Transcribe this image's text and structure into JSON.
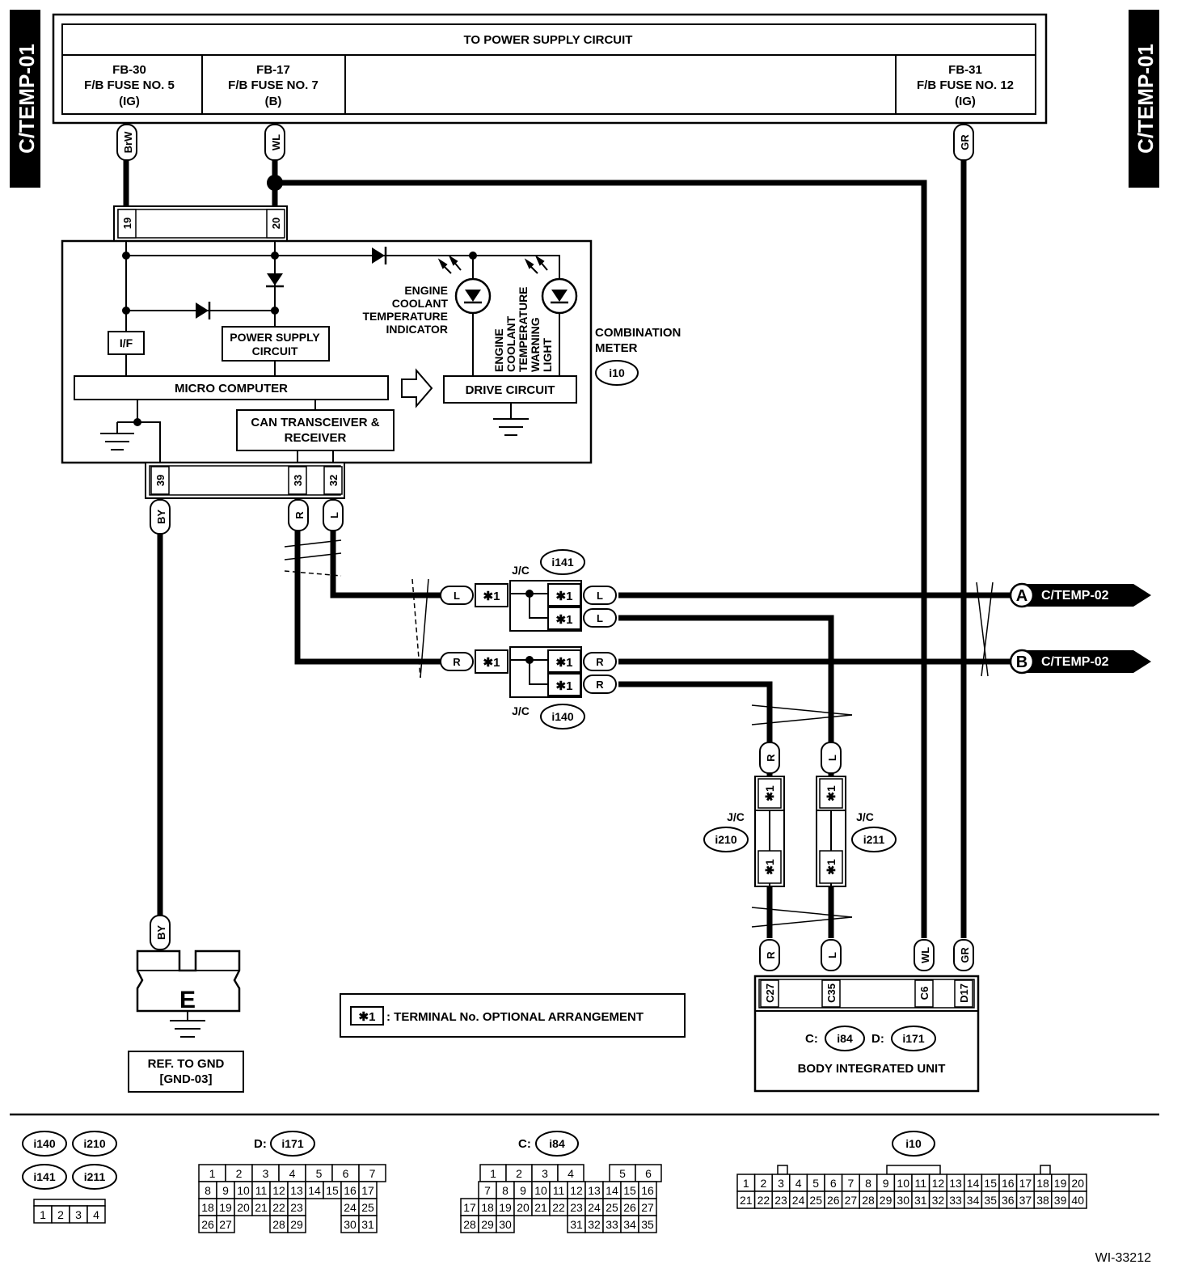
{
  "page_tag": "C/TEMP-01",
  "power_supply": {
    "title": "TO POWER SUPPLY CIRCUIT",
    "fuses": [
      {
        "line1": "FB-30",
        "line2": "F/B FUSE NO. 5",
        "line3": "(IG)"
      },
      {
        "line1": "FB-17",
        "line2": "F/B FUSE NO. 7",
        "line3": "(B)"
      },
      {
        "line1": "FB-31",
        "line2": "F/B FUSE NO. 12",
        "line3": "(IG)"
      }
    ]
  },
  "wires": {
    "brw": "BrW",
    "wl": "WL",
    "gr": "GR",
    "by": "BY",
    "r": "R",
    "l": "L"
  },
  "terminals": {
    "t19": "19",
    "t20": "20",
    "t39": "39",
    "t33": "33",
    "t32": "32"
  },
  "meter": {
    "if_label": "I/F",
    "power_supply_line1": "POWER SUPPLY",
    "power_supply_line2": "CIRCUIT",
    "micro_computer": "MICRO COMPUTER",
    "can_line1": "CAN TRANSCEIVER &",
    "can_line2": "RECEIVER",
    "drive_circuit": "DRIVE CIRCUIT",
    "indicator_lines": [
      "ENGINE",
      "COOLANT",
      "TEMPERATURE",
      "INDICATOR"
    ],
    "warning_lines": [
      "ENGINE",
      "COOLANT",
      "TEMPERATURE",
      "WARNING",
      "LIGHT"
    ],
    "name_line1": "COMBINATION",
    "name_line2": "METER",
    "connector": "i10"
  },
  "junctions": {
    "jc_label": "J/C",
    "jc_141": "i141",
    "jc_140": "i140",
    "jc_210": "i210",
    "jc_211": "i211",
    "star": "✱1"
  },
  "offpage": [
    {
      "letter": "A",
      "target": "C/TEMP-02"
    },
    {
      "letter": "B",
      "target": "C/TEMP-02"
    }
  ],
  "ground": {
    "letter": "E",
    "ref_line1": "REF. TO GND",
    "ref_line2": "[GND-03]"
  },
  "legend": {
    "star": "✱1",
    "text": ": TERMINAL No. OPTIONAL ARRANGEMENT"
  },
  "biu": {
    "name": "BODY INTEGRATED UNIT",
    "pins": [
      "C27",
      "C35",
      "C6",
      "D17"
    ],
    "c_prefix": "C:",
    "c_conn": "i84",
    "d_prefix": "D:",
    "d_conn": "i171"
  },
  "connectors": {
    "small_names": [
      "i140",
      "i210",
      "i141",
      "i211"
    ],
    "small_pins": [
      "1",
      "2",
      "3",
      "4"
    ],
    "d_prefix": "D:",
    "d_name": "i171",
    "d_rows": [
      [
        "1",
        "2",
        "3",
        "4",
        "5",
        "6",
        "7"
      ],
      [
        "8",
        "9",
        "10",
        "11",
        "12",
        "13",
        "14",
        "15",
        "16",
        "17"
      ],
      [
        "18",
        "19",
        "20",
        "21",
        "22",
        "23",
        "24",
        "25"
      ],
      [
        "26",
        "27",
        "28",
        "29",
        "30",
        "31"
      ]
    ],
    "c_prefix": "C:",
    "c_name": "i84",
    "c_rows": [
      [
        "1",
        "2",
        "3",
        "4",
        "5",
        "6"
      ],
      [
        "7",
        "8",
        "9",
        "10",
        "11",
        "12",
        "13",
        "14",
        "15",
        "16"
      ],
      [
        "17",
        "18",
        "19",
        "20",
        "21",
        "22",
        "23",
        "24",
        "25",
        "26",
        "27"
      ],
      [
        "28",
        "29",
        "30",
        "31",
        "32",
        "33",
        "34",
        "35"
      ]
    ],
    "i10_name": "i10",
    "i10_rows": [
      [
        "1",
        "2",
        "3",
        "4",
        "5",
        "6",
        "7",
        "8",
        "9",
        "10",
        "11",
        "12",
        "13",
        "14",
        "15",
        "16",
        "17",
        "18",
        "19",
        "20"
      ],
      [
        "21",
        "22",
        "23",
        "24",
        "25",
        "26",
        "27",
        "28",
        "29",
        "30",
        "31",
        "32",
        "33",
        "34",
        "35",
        "36",
        "37",
        "38",
        "39",
        "40"
      ]
    ]
  },
  "figure_id": "WI-33212"
}
